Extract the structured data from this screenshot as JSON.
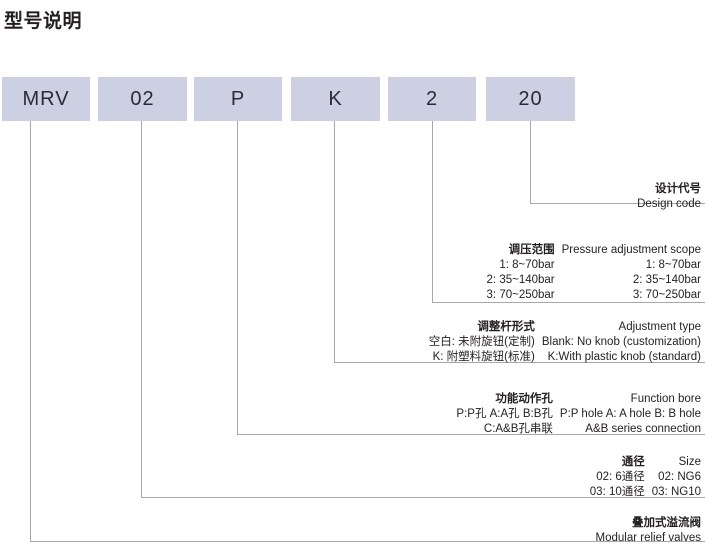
{
  "title": "型号说明",
  "colors": {
    "box_fill": "#ccd0e2",
    "line": "#a8a8a8",
    "text": "#231f20"
  },
  "code_boxes": [
    {
      "value": "MRV"
    },
    {
      "value": "02"
    },
    {
      "value": "P"
    },
    {
      "value": "K"
    },
    {
      "value": "2"
    },
    {
      "value": "20"
    }
  ],
  "labels": [
    {
      "id": "design-code",
      "cn": {
        "head": "设计代号",
        "lines": []
      },
      "en": {
        "head": "Design code",
        "lines": []
      }
    },
    {
      "id": "pressure-adjustment-scope",
      "cn": {
        "head": "调压范围",
        "lines": [
          "1: 8~70bar",
          "2: 35~140bar",
          "3: 70~250bar"
        ]
      },
      "en": {
        "head": "Pressure adjustment scope",
        "lines": [
          "1: 8~70bar",
          "2: 35~140bar",
          "3: 70~250bar"
        ]
      }
    },
    {
      "id": "adjustment-type",
      "cn": {
        "head": "调整杆形式",
        "lines": [
          "空白: 未附旋钮(定制)",
          "K: 附塑料旋钮(标准)"
        ]
      },
      "en": {
        "head": "Adjustment type",
        "lines": [
          "Blank: No knob (customization)",
          "K:With plastic knob (standard)"
        ]
      }
    },
    {
      "id": "function-bore",
      "cn": {
        "head": "功能动作孔",
        "lines": [
          "P:P孔  A:A孔  B:B孔",
          "C:A&B孔串联"
        ]
      },
      "en": {
        "head": "Function bore",
        "lines": [
          "P:P hole   A: A hole   B: B hole",
          "A&B series connection"
        ]
      }
    },
    {
      "id": "size",
      "cn": {
        "head": "通径",
        "lines": [
          "02: 6通径",
          "03: 10通径"
        ]
      },
      "en": {
        "head": "Size",
        "lines": [
          "02: NG6",
          "03: NG10"
        ]
      }
    },
    {
      "id": "product-name",
      "cn": {
        "head": "叠加式溢流阀",
        "lines": []
      },
      "en": {
        "head": "Modular relief valves",
        "lines": []
      }
    }
  ]
}
